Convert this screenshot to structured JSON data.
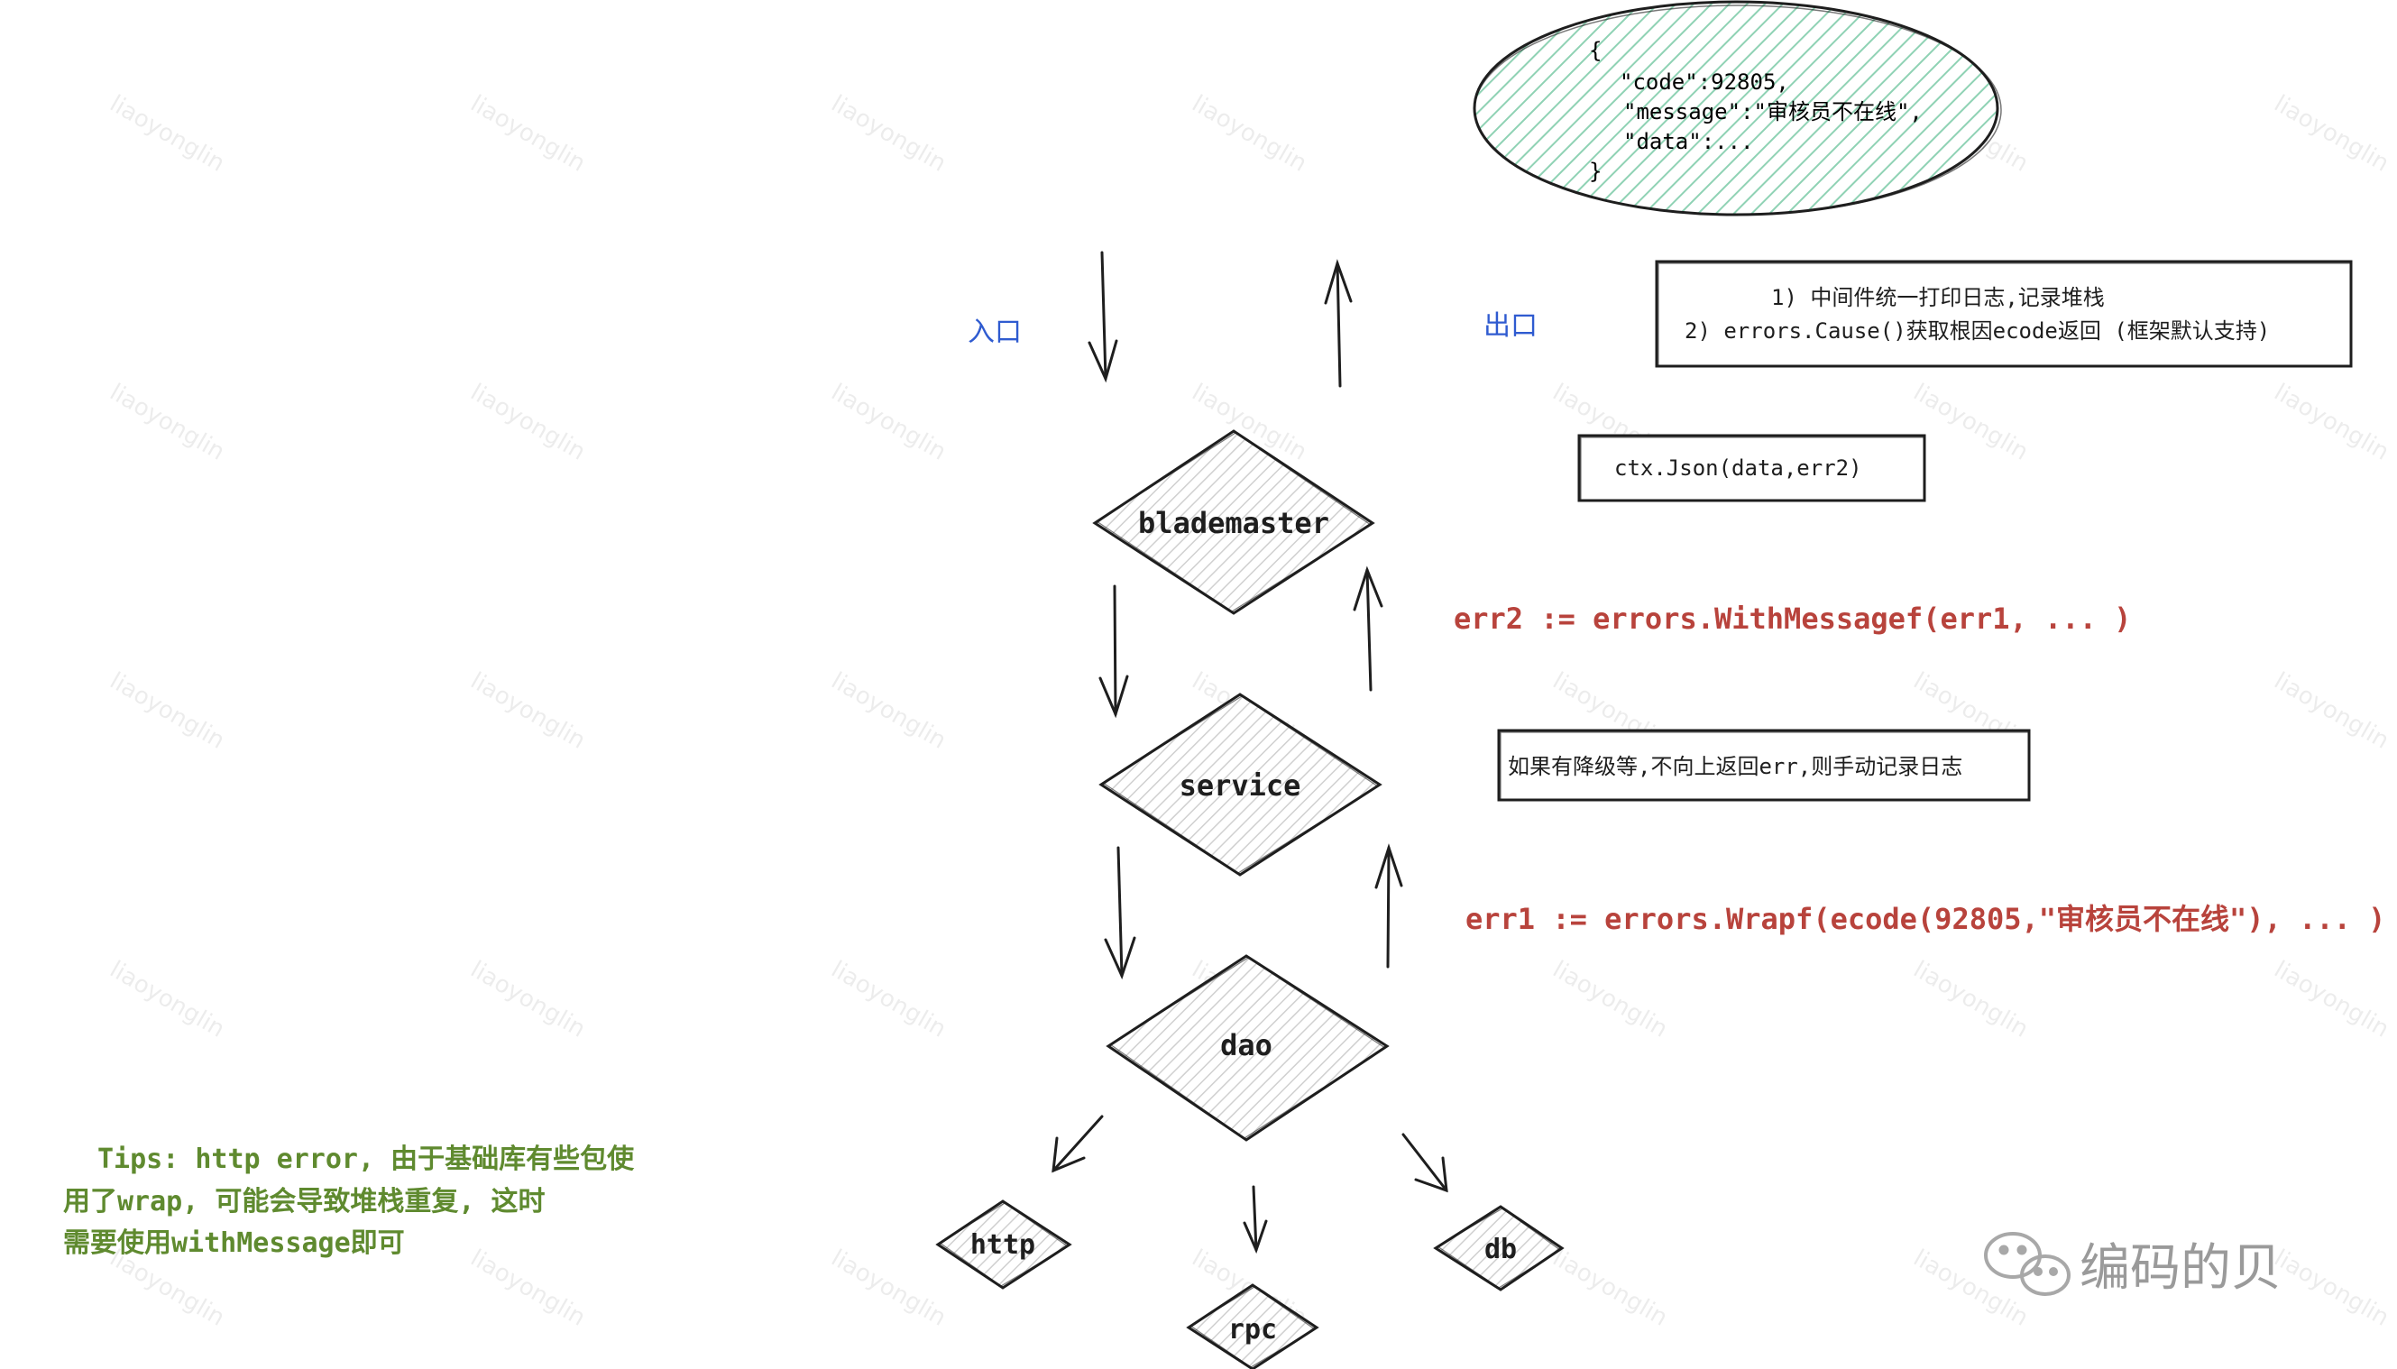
{
  "colors": {
    "stroke": "#1e1e1e",
    "label_blue": "#2f5bd0",
    "code_red": "#b8433c",
    "tips_green": "#5f8a2f",
    "json_fill": "#8fd2b4",
    "node_fill": "#d8d8d8",
    "brand_gray": "#9a9a9a"
  },
  "labels": {
    "entry": "入口",
    "exit": "出口"
  },
  "response_json": {
    "line1": "{",
    "line2": "\"code\":92805,",
    "line3": "\"message\":\"审核员不在线\",",
    "line4": "\"data\":...",
    "line5": "}"
  },
  "middleware_note": {
    "line1": "1) 中间件统一打印日志,记录堆栈",
    "line2": "2) errors.Cause()获取根因ecode返回 (框架默认支持)"
  },
  "ctx_json": "ctx.Json(data,err2)",
  "fallback_note": "如果有降级等,不向上返回err,则手动记录日志",
  "err2_code": "err2 := errors.WithMessagef(err1, ... )",
  "err1_code": "err1 := errors.Wrapf(ecode(92805,\"审核员不在线\"), ... )",
  "nodes": {
    "blademaster": "blademaster",
    "service": "service",
    "dao": "dao",
    "http": "http",
    "rpc": "rpc",
    "db": "db"
  },
  "tips": {
    "line1": "Tips: http error, 由于基础库有些包使",
    "line2": "用了wrap, 可能会导致堆栈重复, 这时",
    "line3": "需要使用withMessage即可"
  },
  "brand": {
    "name": "编码的贝",
    "icon": "wechat-icon"
  },
  "watermark_text": "liaoyonglin"
}
